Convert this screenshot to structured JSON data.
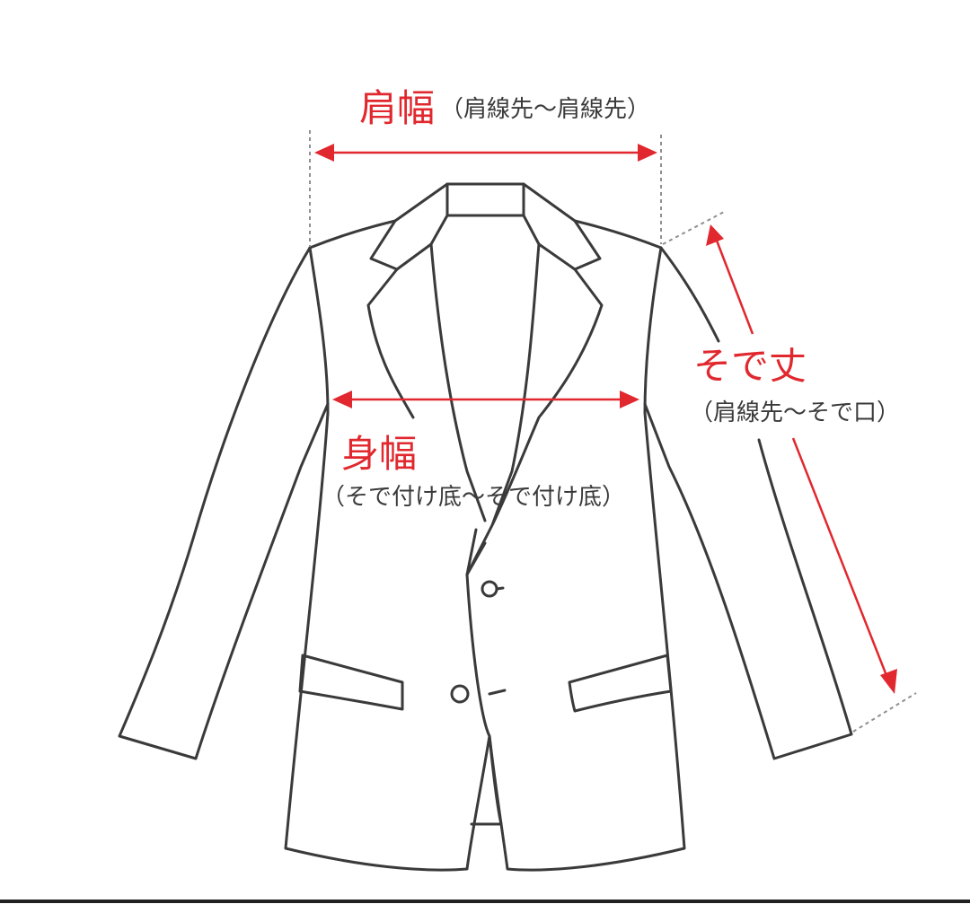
{
  "measurements": {
    "shoulder_width": {
      "title": "肩幅",
      "note": "（肩線先～肩線先）"
    },
    "body_width": {
      "title": "身幅",
      "note": "（そで付け底～そで付け底）"
    },
    "sleeve_length": {
      "title": "そで丈",
      "note": "（肩線先～そで口）"
    }
  },
  "colors": {
    "accent": "#e0282e",
    "outline": "#3a3a3a",
    "guide": "#8f8f8f",
    "background": "#ffffff"
  }
}
